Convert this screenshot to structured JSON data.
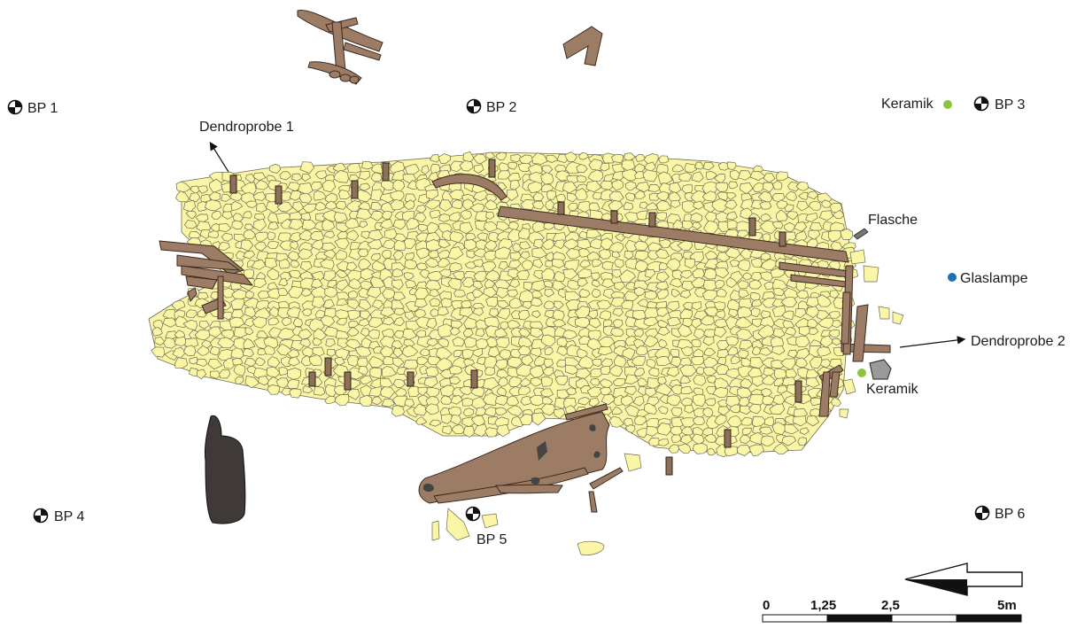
{
  "benchmarks": [
    {
      "id": "bp1",
      "label": "BP 1"
    },
    {
      "id": "bp2",
      "label": "BP 2"
    },
    {
      "id": "bp3",
      "label": "BP 3"
    },
    {
      "id": "bp4",
      "label": "BP 4"
    },
    {
      "id": "bp5",
      "label": "BP 5"
    },
    {
      "id": "bp6",
      "label": "BP 6"
    }
  ],
  "finds": {
    "dendro1": "Dendroprobe 1",
    "dendro2": "Dendroprobe 2",
    "flasche": "Flasche",
    "glaslampe": "Glaslampe",
    "keramik_top": "Keramik",
    "keramik_right": "Keramik"
  },
  "scale": {
    "ticks": [
      "0",
      "1,25",
      "2,5",
      "5m"
    ]
  },
  "colors": {
    "stone": "#fbf6a6",
    "wood": "#9c7c64",
    "dark_stone": "#3f3a38",
    "keramik": "#8bc53f",
    "glaslampe": "#1f6fb5"
  }
}
